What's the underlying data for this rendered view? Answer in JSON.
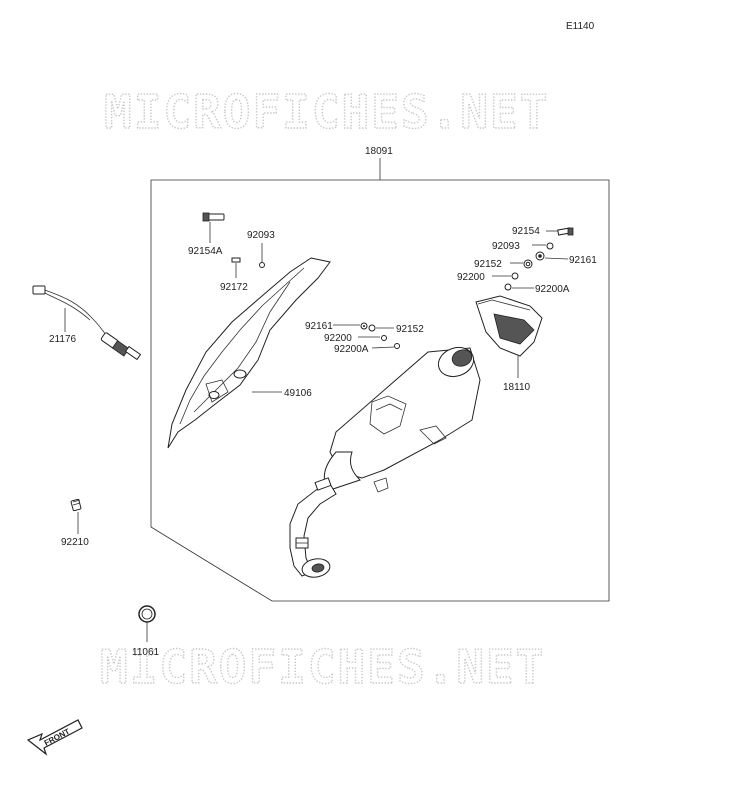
{
  "diagram_code": "E1140",
  "watermarks": [
    "MICROFICHES.NET",
    "MICROFICHES.NET"
  ],
  "front_label": "FRONT",
  "parts": {
    "p18091": "18091",
    "p92154A": "92154A",
    "p92093_left": "92093",
    "p92172": "92172",
    "p21176": "21176",
    "p49106": "49106",
    "p92161_mid": "92161",
    "p92152_mid": "92152",
    "p92200_mid": "92200",
    "p92200A_mid": "92200A",
    "p92154": "92154",
    "p92093_right": "92093",
    "p92152_right": "92152",
    "p92161_right": "92161",
    "p92200_right": "92200",
    "p92200A_right": "92200A",
    "p18110": "18110",
    "p92210": "92210",
    "p11061": "11061"
  }
}
